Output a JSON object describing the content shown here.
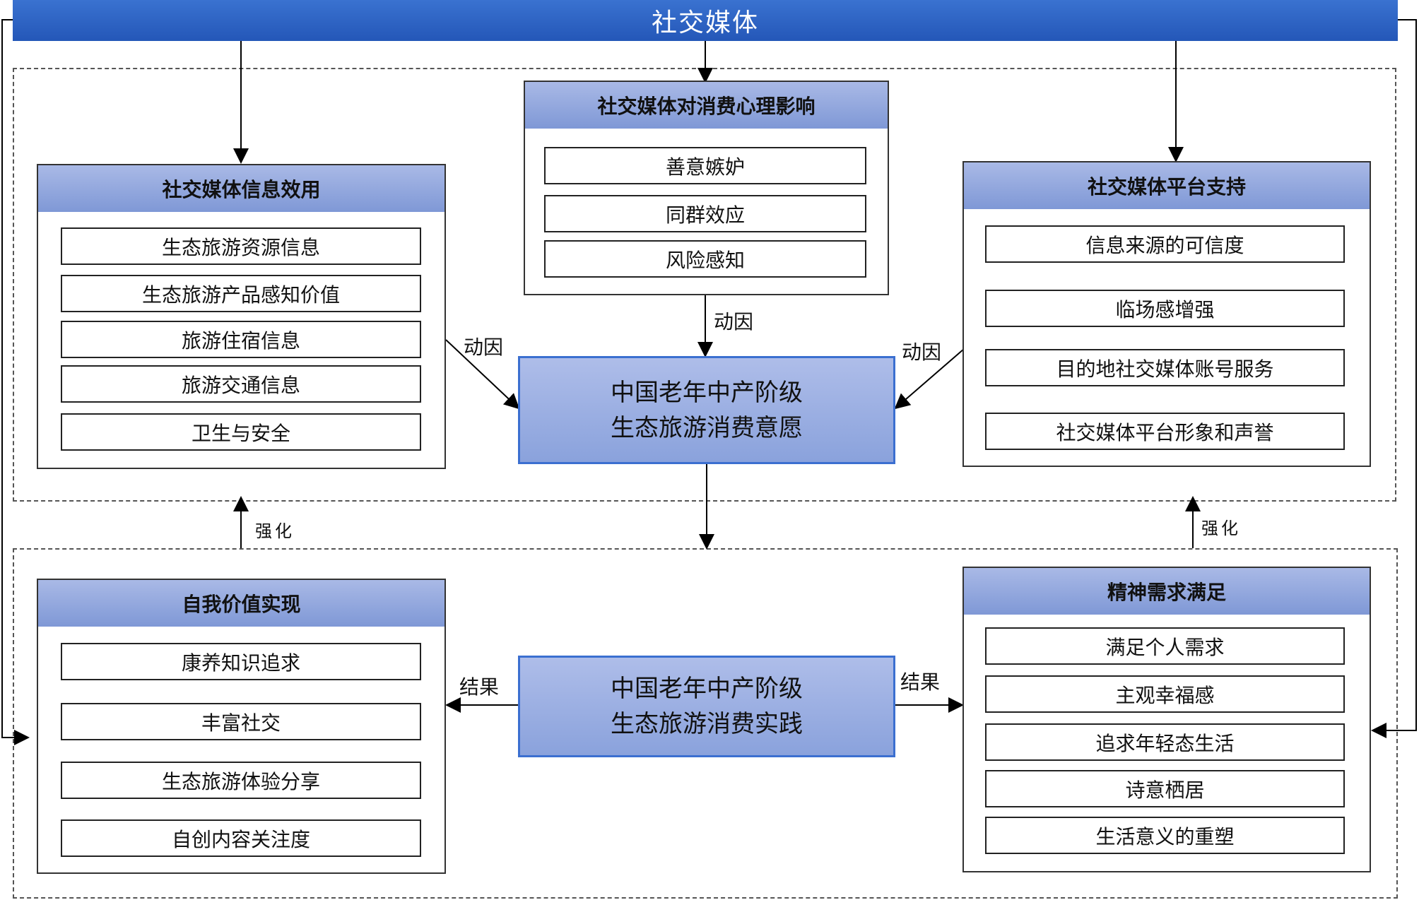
{
  "top": {
    "title": "社交媒体"
  },
  "groups": {
    "info": {
      "title": "社交媒体信息效用",
      "items": [
        "生态旅游资源信息",
        "生态旅游产品感知价值",
        "旅游住宿信息",
        "旅游交通信息",
        "卫生与安全"
      ]
    },
    "psych": {
      "title": "社交媒体对消费心理影响",
      "items": [
        "善意嫉妒",
        "同群效应",
        "风险感知"
      ]
    },
    "platform": {
      "title": "社交媒体平台支持",
      "items": [
        "信息来源的可信度",
        "临场感增强",
        "目的地社交媒体账号服务",
        "社交媒体平台形象和声誉"
      ]
    },
    "self": {
      "title": "自我价值实现",
      "items": [
        "康养知识追求",
        "丰富社交",
        "生态旅游体验分享",
        "自创内容关注度"
      ]
    },
    "spirit": {
      "title": "精神需求满足",
      "items": [
        "满足个人需求",
        "主观幸福感",
        "追求年轻态生活",
        "诗意栖居",
        "生活意义的重塑"
      ]
    }
  },
  "core": {
    "intention": {
      "line1": "中国老年中产阶级",
      "line2": "生态旅游消费意愿"
    },
    "practice": {
      "line1": "中国老年中产阶级",
      "line2": "生态旅游消费实践"
    }
  },
  "labels": {
    "motive_left": "动因",
    "motive_center": "动因",
    "motive_right": "动因",
    "result_left": "结果",
    "result_right": "结果",
    "reinforce_left": "强化",
    "reinforce_right": "强化"
  }
}
